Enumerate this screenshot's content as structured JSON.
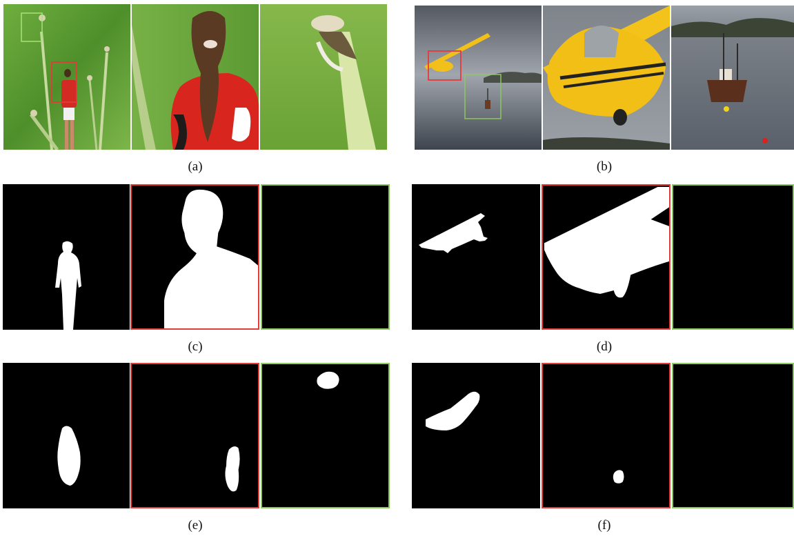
{
  "figure": {
    "captions": {
      "a": "(a)",
      "b": "(b)",
      "c": "(c)",
      "d": "(d)",
      "e": "(e)",
      "f": "(f)"
    },
    "colors": {
      "red_box": "#e33a3a",
      "green_box": "#8dc85f",
      "mask_fg": "#ffffff",
      "mask_bg": "#000000"
    }
  }
}
